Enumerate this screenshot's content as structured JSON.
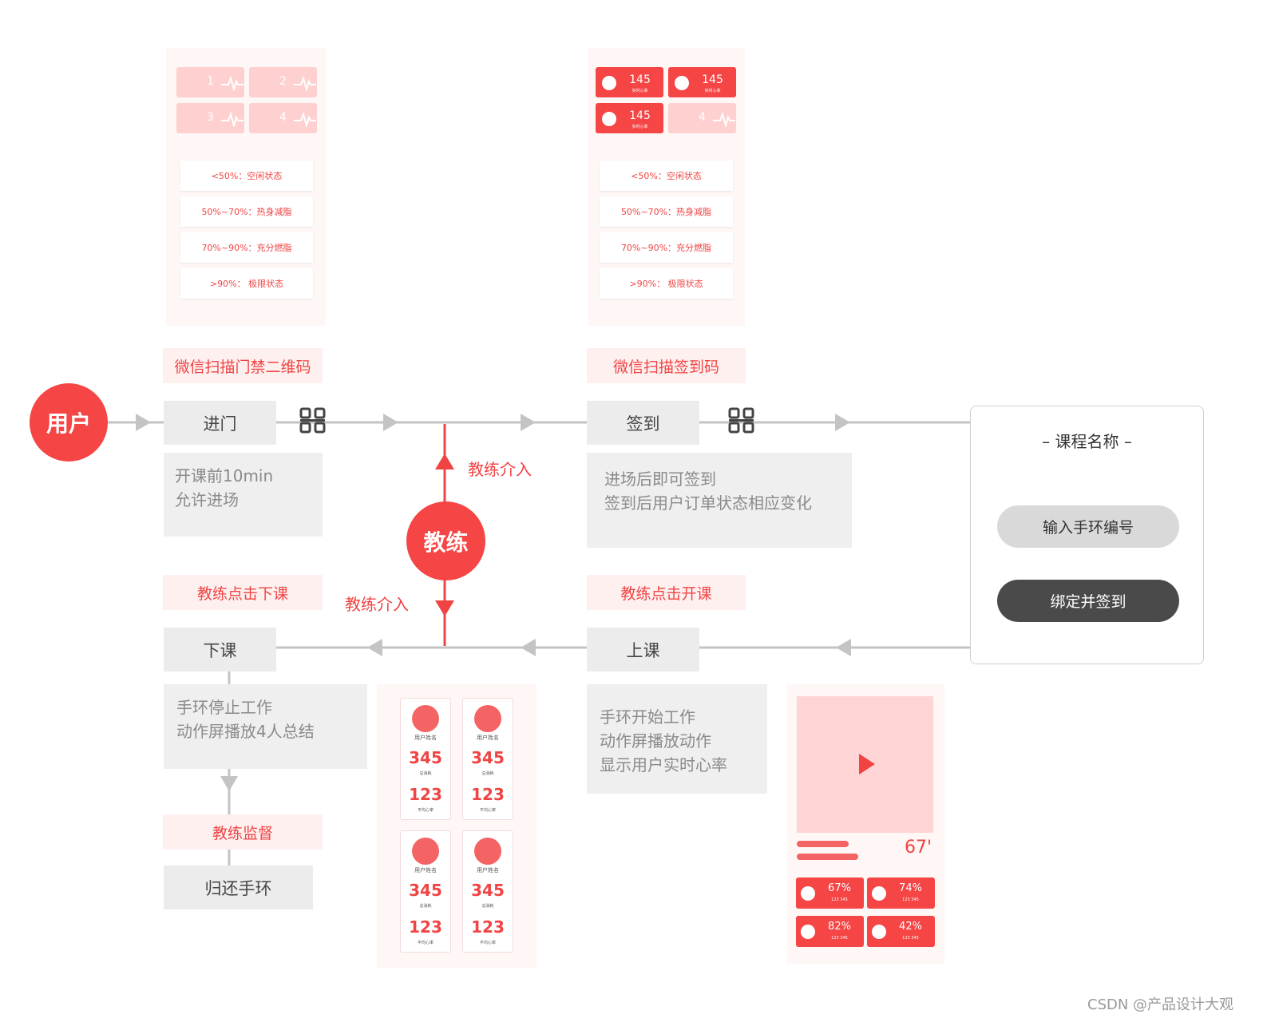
{
  "nodes": {
    "user": "用户",
    "coach": "教练",
    "enter": "进门",
    "checkin": "签到",
    "class_end": "下课",
    "class_start": "上课",
    "return_band": "归还手环"
  },
  "tags": {
    "scan_door": "微信扫描门禁二维码",
    "scan_checkin": "微信扫描签到码",
    "coach_end": "教练点击下课",
    "coach_start": "教练点击开课",
    "coach_supervise": "教练监督"
  },
  "labels": {
    "coach_intervene_top": "教练介入",
    "coach_intervene_bottom": "教练介入"
  },
  "notes": {
    "enter": "开课前10min\n允许进场",
    "checkin": "进场后即可签到\n签到后用户订单状态相应变化",
    "class_end": "手环停止工作\n动作屏播放4人总结",
    "class_start": "手环开始工作\n动作屏播放动作\n显示用户实时心率"
  },
  "status_list": [
    "<50%：空闲状态",
    "50%~70%：热身减脂",
    "70%~90%：充分燃脂",
    ">90%： 极限状态"
  ],
  "screen1": {
    "tiles": [
      "1",
      "2",
      "3",
      "4"
    ]
  },
  "screen2": {
    "tiles": [
      {
        "value": "145",
        "sub": "实时心率"
      },
      {
        "value": "145",
        "sub": "实时心率"
      },
      {
        "value": "145",
        "sub": "实时心率"
      }
    ],
    "idle_tile": "4"
  },
  "summary_cards": [
    {
      "name": "用户姓名",
      "total": "345",
      "total_label": "总消耗",
      "avg": "123",
      "avg_label": "平均心率"
    },
    {
      "name": "用户姓名",
      "total": "345",
      "total_label": "总消耗",
      "avg": "123",
      "avg_label": "平均心率"
    },
    {
      "name": "用户姓名",
      "total": "345",
      "total_label": "总消耗",
      "avg": "123",
      "avg_label": "平均心率"
    },
    {
      "name": "用户姓名",
      "total": "345",
      "total_label": "总消耗",
      "avg": "123",
      "avg_label": "平均心率"
    }
  ],
  "action_screen": {
    "counter": "67'",
    "tiles": [
      {
        "pct": "67%",
        "sub": "123  345"
      },
      {
        "pct": "74%",
        "sub": "123  345"
      },
      {
        "pct": "82%",
        "sub": "123  345"
      },
      {
        "pct": "42%",
        "sub": "123  345"
      }
    ]
  },
  "course_panel": {
    "title": "– 课程名称 –",
    "input_button": "输入手环编号",
    "bind_button": "绑定并签到"
  },
  "watermark": "CSDN @产品设计大观",
  "colors": {
    "accent": "#f54545",
    "light_accent": "#ffd0d0",
    "gray_box": "#ececec",
    "dark_button": "#4a4a4a"
  }
}
